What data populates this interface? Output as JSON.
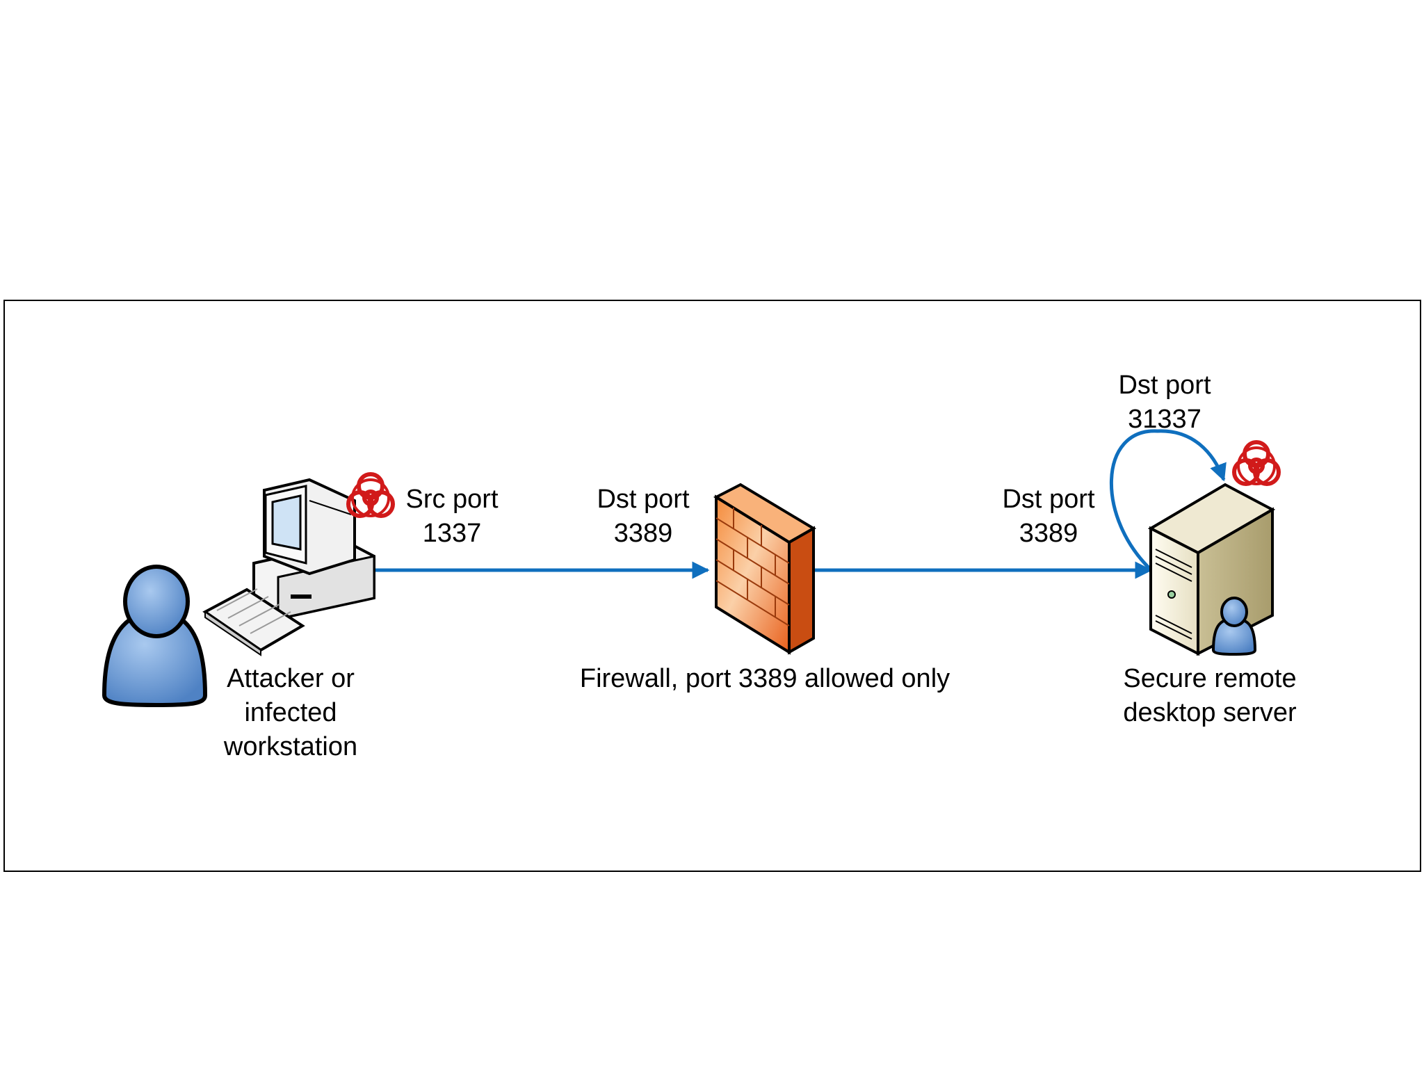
{
  "nodes": {
    "attacker": {
      "lines": [
        "Attacker or",
        "infected",
        "workstation"
      ]
    },
    "firewall": {
      "label": "Firewall, port 3389 allowed only"
    },
    "server": {
      "lines": [
        "Secure remote",
        "desktop server"
      ]
    }
  },
  "edges": {
    "src": {
      "lines": [
        "Src port",
        "1337"
      ]
    },
    "dst_fw": {
      "lines": [
        "Dst port",
        "3389"
      ]
    },
    "dst_server": {
      "lines": [
        "Dst port",
        "3389"
      ]
    },
    "dst_loop": {
      "lines": [
        "Dst port",
        "31337"
      ]
    }
  },
  "colors": {
    "arrow": "#0f6fbe",
    "user_icon": "#6f9fd8",
    "firewall": "#f07a2a",
    "biohazard": "#d11a1a"
  },
  "icons": [
    "user-icon",
    "workstation-icon",
    "keyboard-icon",
    "firewall-icon",
    "server-icon",
    "biohazard-icon"
  ]
}
